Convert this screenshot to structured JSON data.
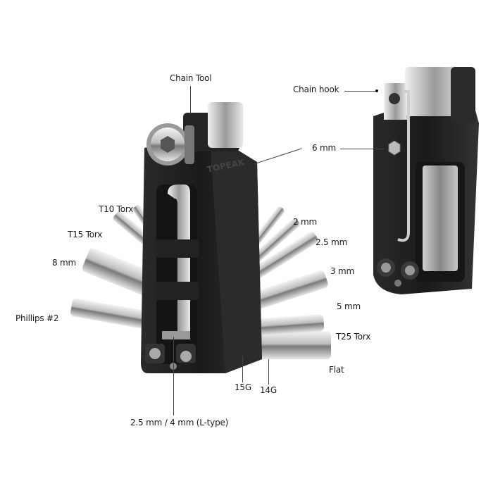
{
  "image": {
    "subject": "Bicycle multi-tool with chain tool, shown open (front) and folded (back view)",
    "brand_mark": "TOPEAK"
  },
  "callouts": {
    "chain_tool": "Chain Tool",
    "chain_hook": "Chain hook",
    "six_mm": "6 mm",
    "t10": "T10 Torx",
    "t15": "T15 Torx",
    "eight_mm": "8 mm",
    "phillips": "Phillips #2",
    "two_mm": "2 mm",
    "two_five_mm": "2.5 mm",
    "three_mm": "3 mm",
    "five_mm": "5 mm",
    "t25": "T25 Torx",
    "flat": "Flat",
    "g15": "15G",
    "g14": "14G",
    "l_type": "2.5 mm / 4 mm (L-type)"
  },
  "colors": {
    "background": "#ffffff",
    "body": "#1f1f1f",
    "steel": "#c9c9c9",
    "label": "#1a1a1a"
  }
}
